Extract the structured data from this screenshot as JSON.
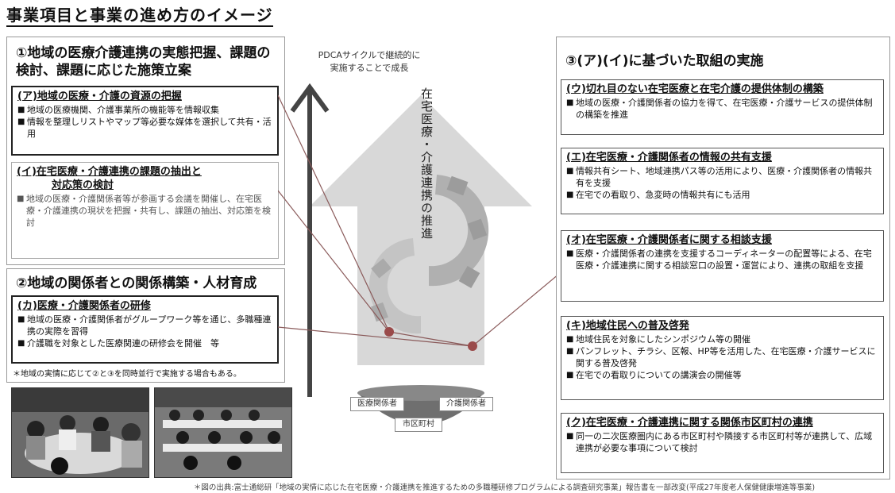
{
  "title": "事業項目と事業の進め方のイメージ",
  "left": {
    "section1_title": "①地域の医療介護連携の実態把握、課題の検討、課題に応じた施策立案",
    "boxA": {
      "title": "(ア)地域の医療・介護の資源の把握",
      "items": [
        "地域の医療機関、介護事業所の機能等を情報収集",
        "情報を整理しリストやマップ等必要な媒体を選択して共有・活用"
      ]
    },
    "boxI": {
      "title_line1": "(イ)在宅医療・介護連携の課題の抽出と",
      "title_line2": "対応策の検討",
      "items": [
        "地域の医療・介護関係者等が参画する会議を開催し、在宅医療・介護連携の現状を把握・共有し、課題の抽出、対応策を検討"
      ]
    },
    "section2_title": "②地域の関係者との関係構築・人材育成",
    "boxKa": {
      "title": "(カ)医療・介護関係者の研修",
      "items": [
        "地域の医療・介護関係者がグループワーク等を通じ、多職種連携の実際を習得",
        "介護職を対象とした医療関連の研修会を開催　等"
      ]
    },
    "note": "＊地域の実情に応じて②と③を同時並行で実施する場合もある。"
  },
  "center": {
    "pdca_line1": "PDCAサイクルで継続的に",
    "pdca_line2": "実施することで成長",
    "vertical_text": "在宅医療・介護連携の推進",
    "node_medical": "医療関係者",
    "node_care": "介護関係者",
    "node_city": "市区町村"
  },
  "right": {
    "section3_title": "③(ア)(イ)に基づいた取組の実施",
    "boxes": [
      {
        "title": "(ウ)切れ目のない在宅医療と在宅介護の提供体制の構築",
        "items": [
          "地域の医療・介護関係者の協力を得て、在宅医療・介護サービスの提供体制の構築を推進"
        ]
      },
      {
        "title": "(エ)在宅医療・介護関係者の情報の共有支援",
        "items": [
          "情報共有シート、地域連携パス等の活用により、医療・介護関係者の情報共有を支援",
          "在宅での看取り、急変時の情報共有にも活用"
        ]
      },
      {
        "title": "(オ)在宅医療・介護関係者に関する相談支援",
        "items": [
          "医療・介護関係者の連携を支援するコーディネーターの配置等による、在宅医療・介護連携に関する相談窓口の設置・運営により、連携の取組を支援"
        ]
      },
      {
        "title": "(キ)地域住民への普及啓発",
        "items": [
          "地域住民を対象にしたシンポジウム等の開催",
          "パンフレット、チラシ、区報、HP等を活用した、在宅医療・介護サービスに関する普及啓発",
          "在宅での看取りについての講演会の開催等"
        ]
      },
      {
        "title": "(ク)在宅医療・介護連携に関する関係市区町村の連携",
        "items": [
          "同一の二次医療圏内にある市区町村や隣接する市区町村等が連携して、広域連携が必要な事項について検討"
        ]
      }
    ]
  },
  "footer": "＊図の出典:富士通総研「地域の実情に応じた在宅医療・介護連携を推進するための多職種研修プログラムによる調査研究事業」報告書を一部改変(平成27年度老人保健健康増進等事業)",
  "colors": {
    "arrow": "#444444",
    "gear": "#b5b5b5",
    "big_arrow": "#cfcfcf",
    "bowl": "#777777",
    "line": "#a05050"
  }
}
